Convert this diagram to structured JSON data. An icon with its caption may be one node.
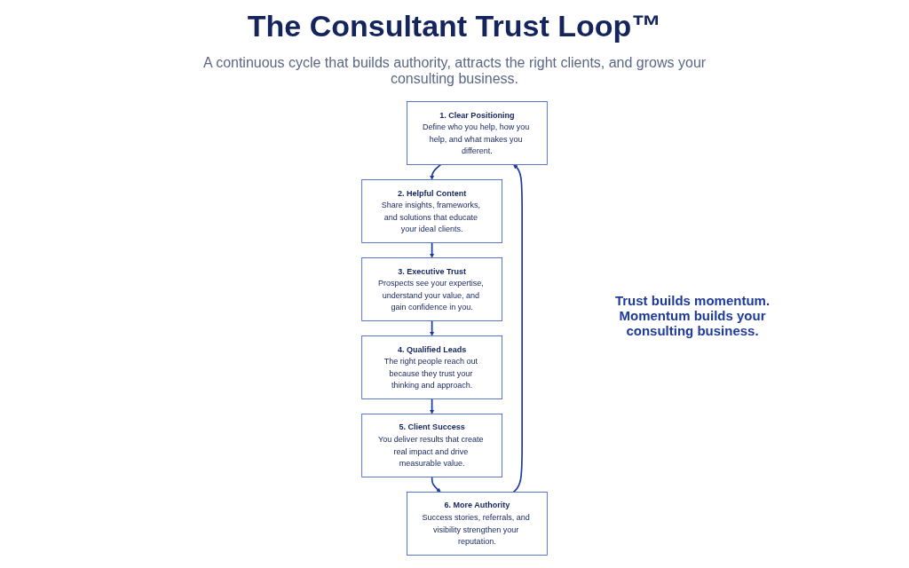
{
  "diagram": {
    "title": "The Consultant Trust Loop™",
    "caption": "A continuous cycle that builds authority, attracts the right clients, and grows your consulting business.",
    "nodes": [
      {
        "text": [
          "1. Clear Positioning",
          "Define who you help, how you help, and what makes you different."
        ]
      },
      {
        "text": [
          "2. Helpful Content",
          "Share insights, frameworks, and solutions that educate your ideal clients."
        ]
      },
      {
        "text": [
          "3. Executive Trust",
          "Prospects see your expertise, understand your value, and gain confidence in you."
        ]
      },
      {
        "text": [
          "4. Qualified Leads",
          "The right people reach out because they trust your thinking and approach."
        ]
      },
      {
        "text": [
          "5. Client Success",
          "You deliver results that create real impact and drive measurable value."
        ]
      },
      {
        "text": [
          "6. More Authority",
          "Success stories, referrals, and visibility strengthen your reputation."
        ]
      }
    ],
    "edges": [
      {
        "from": 0,
        "to": 1,
        "arrow": "to"
      },
      {
        "from": 1,
        "to": 2,
        "arrow": "to"
      },
      {
        "from": 2,
        "to": 3,
        "arrow": "to"
      },
      {
        "from": 3,
        "to": 4,
        "arrow": "to"
      },
      {
        "from": 4,
        "to": 5,
        "arrow": "to"
      },
      {
        "from": 5,
        "to": 0,
        "arrow": "to"
      }
    ],
    "labels": [
      "Trust builds momentum. Momentum builds your consulting business."
    ]
  }
}
